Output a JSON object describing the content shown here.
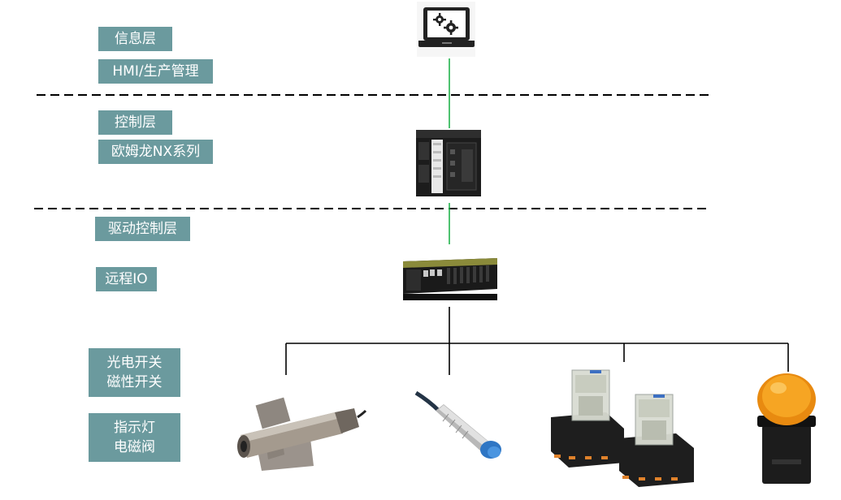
{
  "layers": {
    "info": "信息层",
    "hmi": "HMI/生产管理",
    "control": "控制层",
    "omron": "欧姆龙NX系列",
    "drive": "驱动控制层",
    "remote_io": "远程IO",
    "sensors": "光电开关\n磁性开关",
    "actuators": "指示灯\n电磁阀"
  },
  "colors": {
    "label_bg": "#6b9a9e",
    "green_link": "#22b24c",
    "tree_line": "#000000",
    "separator": "#000000"
  },
  "icons": {
    "hmi": "laptop-gear-icon",
    "plc": "plc-controller-icon",
    "remote_io": "remote-io-module-icon",
    "device_1": "infrared-sensor-icon",
    "device_2": "proximity-sensor-icon",
    "device_3": "relay-icon",
    "device_4": "indicator-lamp-icon"
  }
}
